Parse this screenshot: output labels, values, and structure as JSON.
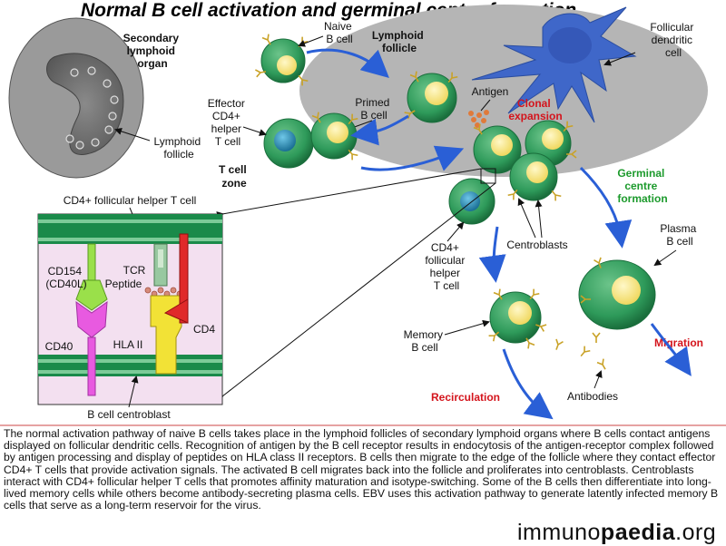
{
  "title": "Normal B cell activation and germinal centre formation.",
  "labels": {
    "secondary_lymphoid_organ": [
      "Secondary",
      "lymphoid",
      "organ"
    ],
    "lymphoid_follicle_small": [
      "Lymphoid",
      "follicle"
    ],
    "naive_b_cell": [
      "Naive",
      "B cell"
    ],
    "lymphoid_follicle": [
      "Lymphoid",
      "follicle"
    ],
    "follicular_dendritic_cell": [
      "Follicular",
      "dendritic",
      "cell"
    ],
    "effector_t_cell": [
      "Effector",
      "CD4+",
      "helper",
      "T cell"
    ],
    "primed_b_cell": [
      "Primed",
      "B cell"
    ],
    "antigen": "Antigen",
    "clonal_expansion": [
      "Clonal",
      "expansion"
    ],
    "t_cell_zone": [
      "T cell",
      "zone"
    ],
    "germinal_centre": [
      "Germinal",
      "centre",
      "formation"
    ],
    "cd4_follicular_helper_t_cell_top": "CD4+ follicular helper T cell",
    "cd4_follicular_helper": [
      "CD4+",
      "follicular",
      "helper",
      "T cell"
    ],
    "centroblasts": "Centroblasts",
    "plasma_b_cell": [
      "Plasma",
      "B cell"
    ],
    "tcr": "TCR",
    "peptide": "Peptide",
    "cd154": [
      "CD154",
      "(CD40L)"
    ],
    "cd40": "CD40",
    "hla_ii": "HLA II",
    "cd4": "CD4",
    "b_cell_centroblast": "B cell centroblast",
    "memory_b_cell": [
      "Memory",
      "B cell"
    ],
    "migration": "Migration",
    "recirculation": "Recirculation",
    "antibodies": "Antibodies"
  },
  "caption": "The normal activation pathway of naive B cells takes place in the lymphoid follicles of secondary lymphoid organs where B cells contact antigens displayed on follicular dendritic cells. Recognition of antigen by the B cell receptor results in endocytosis of the antigen-receptor complex followed by antigen processing and display of peptides on HLA class II receptors. B cells then migrate to the edge of the follicle where they contact effector CD4+ T cells that provide activation signals. The activated B cell migrates back into the follicle and proliferates into centroblasts. Centroblasts interact with CD4+ follicular helper T cells that promotes affinity maturation and isotype-switching. Some of the B cells then differentiate into long-lived memory cells while others become antibody-secreting plasma cells. EBV uses this activation pathway to generate latently infected memory B cells that serve as a long-term reservoir for the virus.",
  "logo": {
    "pre": "immuno",
    "mid": "paedia",
    "post": ".org"
  },
  "colors": {
    "cell_green": "#2e9a5a",
    "nucleus_yellow": "#f5e27a",
    "t_nucleus_blue": "#1e7fa6",
    "fdc_blue": "#3f67c9",
    "follicle_grey": "#b8b8b8",
    "arrow_blue": "#2a5fd6",
    "red_text": "#d4141c",
    "green_text": "#1c9a2c",
    "membrane_green": "#1a8a4a",
    "membrane_pink": "#f3e0f0"
  }
}
